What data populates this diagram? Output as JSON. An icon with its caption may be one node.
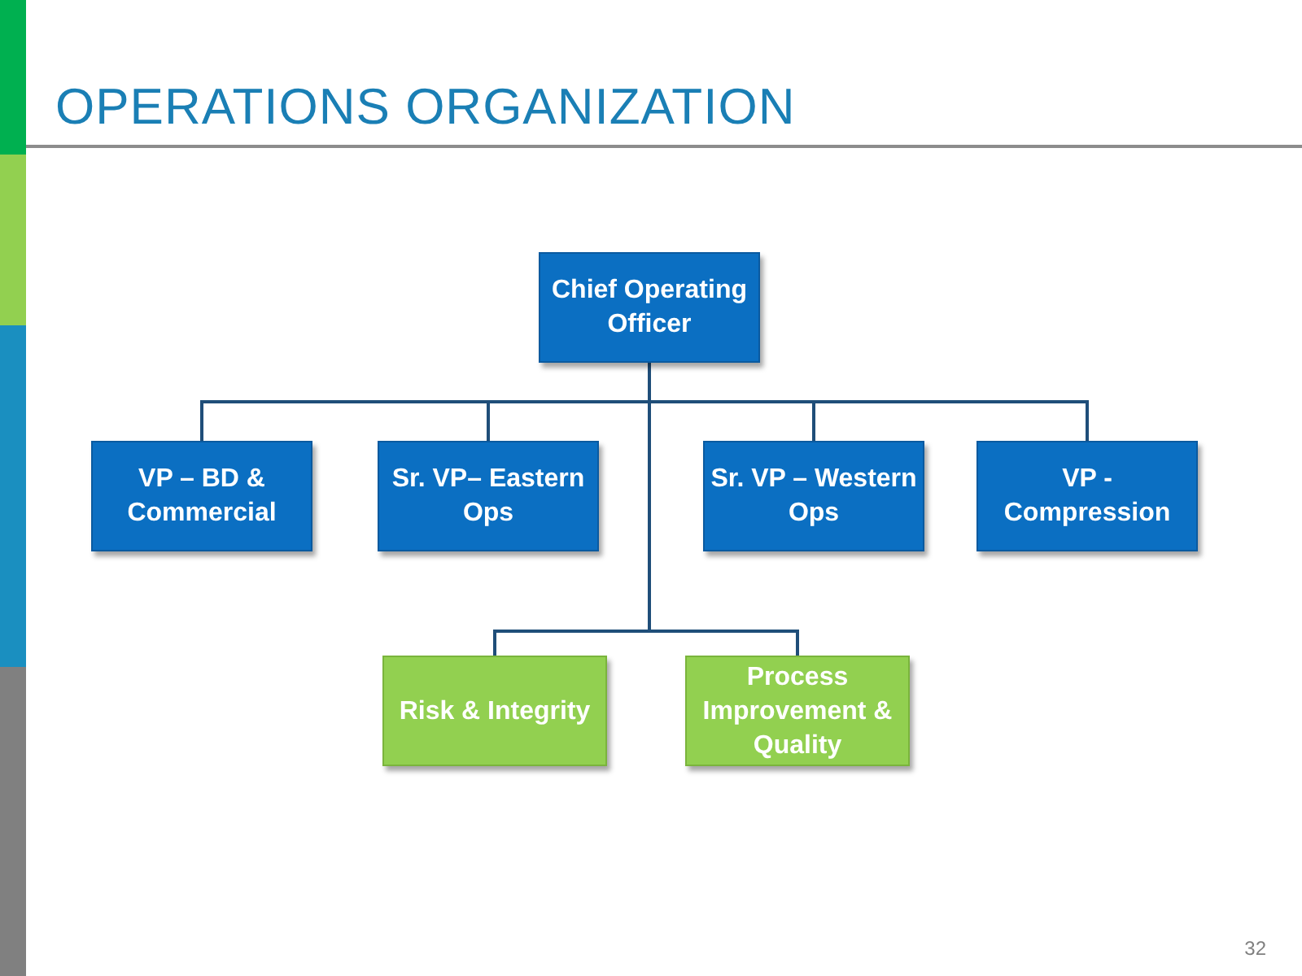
{
  "diagram": {
    "title": "OPERATIONS ORGANIZATION",
    "nodes": [
      {
        "text": [
          "Chief Operating Officer"
        ]
      },
      {
        "text": [
          "VP – BD & Commercial"
        ]
      },
      {
        "text": [
          "Sr. VP– Eastern Ops"
        ]
      },
      {
        "text": [
          "Sr. VP – Western Ops"
        ]
      },
      {
        "text": [
          "VP - Compression"
        ]
      },
      {
        "text": [
          "Risk & Integrity"
        ]
      },
      {
        "text": [
          "Process Improvement & Quality"
        ]
      }
    ],
    "edges": [
      {
        "from": 0,
        "to": 1,
        "arrow": "none"
      },
      {
        "from": 0,
        "to": 2,
        "arrow": "none"
      },
      {
        "from": 0,
        "to": 3,
        "arrow": "none"
      },
      {
        "from": 0,
        "to": 4,
        "arrow": "none"
      },
      {
        "from": 0,
        "to": 5,
        "arrow": "none"
      },
      {
        "from": 0,
        "to": 6,
        "arrow": "none"
      }
    ],
    "labels": [
      "32"
    ]
  }
}
